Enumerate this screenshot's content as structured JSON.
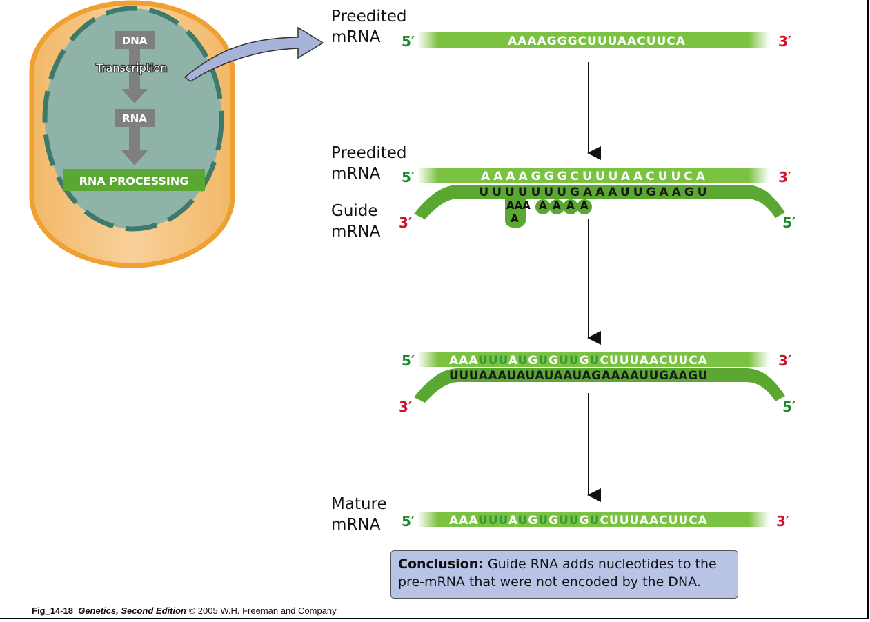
{
  "cell": {
    "dna_label": "DNA",
    "transcription_label": "Transcription",
    "rna_label": "RNA",
    "processing_label": "RNA PROCESSING"
  },
  "step1": {
    "label_line1": "Preedited",
    "label_line2": "mRNA",
    "five_prime": "5′",
    "three_prime": "3′",
    "sequence": "AAAAGGGCUUUAACUUCA"
  },
  "step2": {
    "pre_label_line1": "Preedited",
    "pre_label_line2": "mRNA",
    "guide_label_line1": "Guide",
    "guide_label_line2": "mRNA",
    "top_five_prime": "5′",
    "top_three_prime": "3′",
    "top_sequence": "AAAAGGGCUUUAACUUCA",
    "guide_sequence": "UUUUUUUGAAAUUGAAGU",
    "guide_three_prime": "3′",
    "guide_five_prime": "5′",
    "loop_bases": [
      "AAA",
      "A",
      "A",
      "A",
      "A"
    ],
    "loop_extra": "A"
  },
  "step3": {
    "top_five_prime": "5′",
    "top_three_prime": "3′",
    "edited_sequence": [
      {
        "t": "AAA",
        "ins": false
      },
      {
        "t": "UUU",
        "ins": true
      },
      {
        "t": "A",
        "ins": false
      },
      {
        "t": "U",
        "ins": true
      },
      {
        "t": "G",
        "ins": false
      },
      {
        "t": "U",
        "ins": true
      },
      {
        "t": "G",
        "ins": false
      },
      {
        "t": "UU",
        "ins": true
      },
      {
        "t": "G",
        "ins": false
      },
      {
        "t": "U",
        "ins": true
      },
      {
        "t": "C",
        "ins": false
      },
      {
        "t": "UUUAACUUCA",
        "ins": false
      }
    ],
    "guide_sequence": "UUUAAAUAUAUAAUAGAAAAUUGAAGU",
    "guide_three_prime": "3′",
    "guide_five_prime": "5′"
  },
  "step4": {
    "label_line1": "Mature",
    "label_line2": "mRNA",
    "five_prime": "5′",
    "three_prime": "3′",
    "edited_sequence": [
      {
        "t": "AAA",
        "ins": false
      },
      {
        "t": "UUU",
        "ins": true
      },
      {
        "t": "A",
        "ins": false
      },
      {
        "t": "U",
        "ins": true
      },
      {
        "t": "G",
        "ins": false
      },
      {
        "t": "U",
        "ins": true
      },
      {
        "t": "G",
        "ins": false
      },
      {
        "t": "UU",
        "ins": true
      },
      {
        "t": "G",
        "ins": false
      },
      {
        "t": "U",
        "ins": true
      },
      {
        "t": "C",
        "ins": false
      },
      {
        "t": "UUUAACUUCA",
        "ins": false
      }
    ]
  },
  "conclusion": {
    "bold": "Conclusion:",
    "text_line1": " Guide RNA adds nucleotides to the",
    "text_line2": "pre-mRNA that were not encoded by the DNA."
  },
  "caption": {
    "fig": "Fig_14-18",
    "book": "Genetics, Second Edition",
    "rest": "© 2005 W.H. Freeman and Company"
  },
  "colors": {
    "strand_green": "#7cc242",
    "strand_dark_green": "#5aa832",
    "cell_orange": "#f0a030",
    "cell_fill": "#f6c98a",
    "nucleus_fill": "#8fb3a8",
    "nucleus_dash": "#3e7a6a",
    "arrow_blue": "#a8b3dc",
    "inserted_base": "#2f9a3a",
    "five_prime_green": "#1c8a2c",
    "three_prime_red": "#d0102a",
    "conclusion_bg": "#b9c3e6"
  }
}
